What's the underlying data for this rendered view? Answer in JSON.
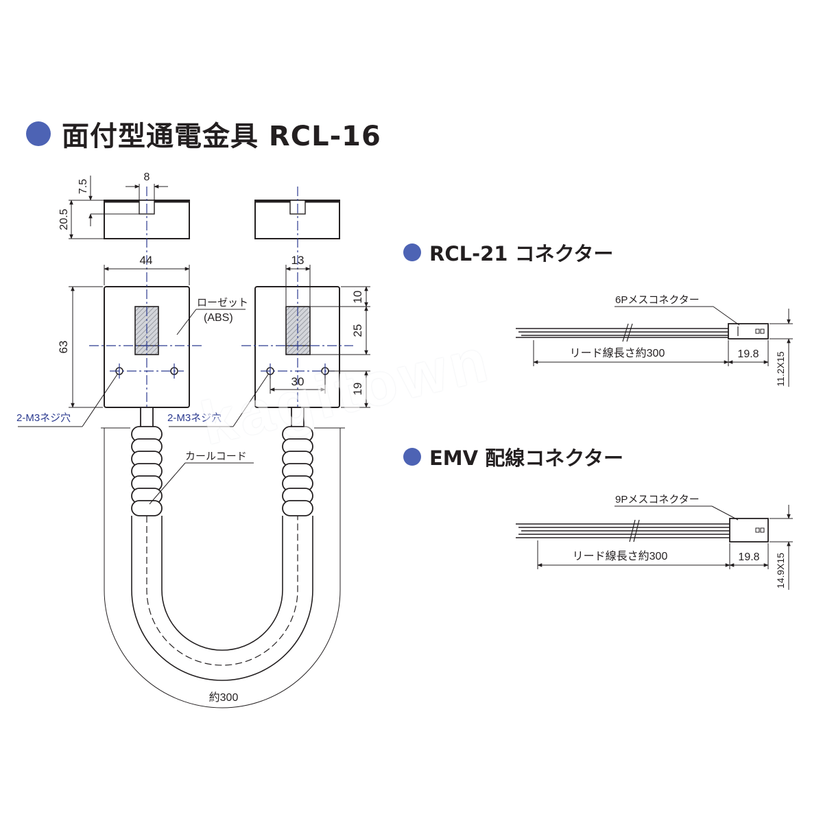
{
  "title": {
    "main": "面付型通電金具 RCL-16",
    "rcl21": "RCL-21 コネクター",
    "emv": "EMV 配線コネクター"
  },
  "rcl16": {
    "dim_7_5": "7.5",
    "dim_8": "8",
    "dim_20_5": "20.5",
    "dim_44": "44",
    "dim_13": "13",
    "dim_63": "63",
    "dim_10": "10",
    "dim_25": "25",
    "dim_30": "30",
    "dim_19": "19",
    "label_rosette": "ローゼット",
    "label_abs": "(ABS)",
    "label_screw_left": "2-M3ネジ穴",
    "label_screw_right": "2-M3ネジ穴",
    "label_curl_cord": "カールコード",
    "label_length": "約300"
  },
  "rcl21": {
    "connector": "6Pメスコネクター",
    "lead": "リード線長さ約300",
    "dim_len": "19.8",
    "dim_size": "11.2X15"
  },
  "emv": {
    "connector": "9Pメスコネクター",
    "lead": "リード線長さ約300",
    "dim_len": "19.8",
    "dim_size": "14.9X15"
  },
  "watermark": "kagitown",
  "colors": {
    "accent": "#4d63b4",
    "centerline": "#2b3a8f",
    "hatch": "#b8bbc2"
  }
}
